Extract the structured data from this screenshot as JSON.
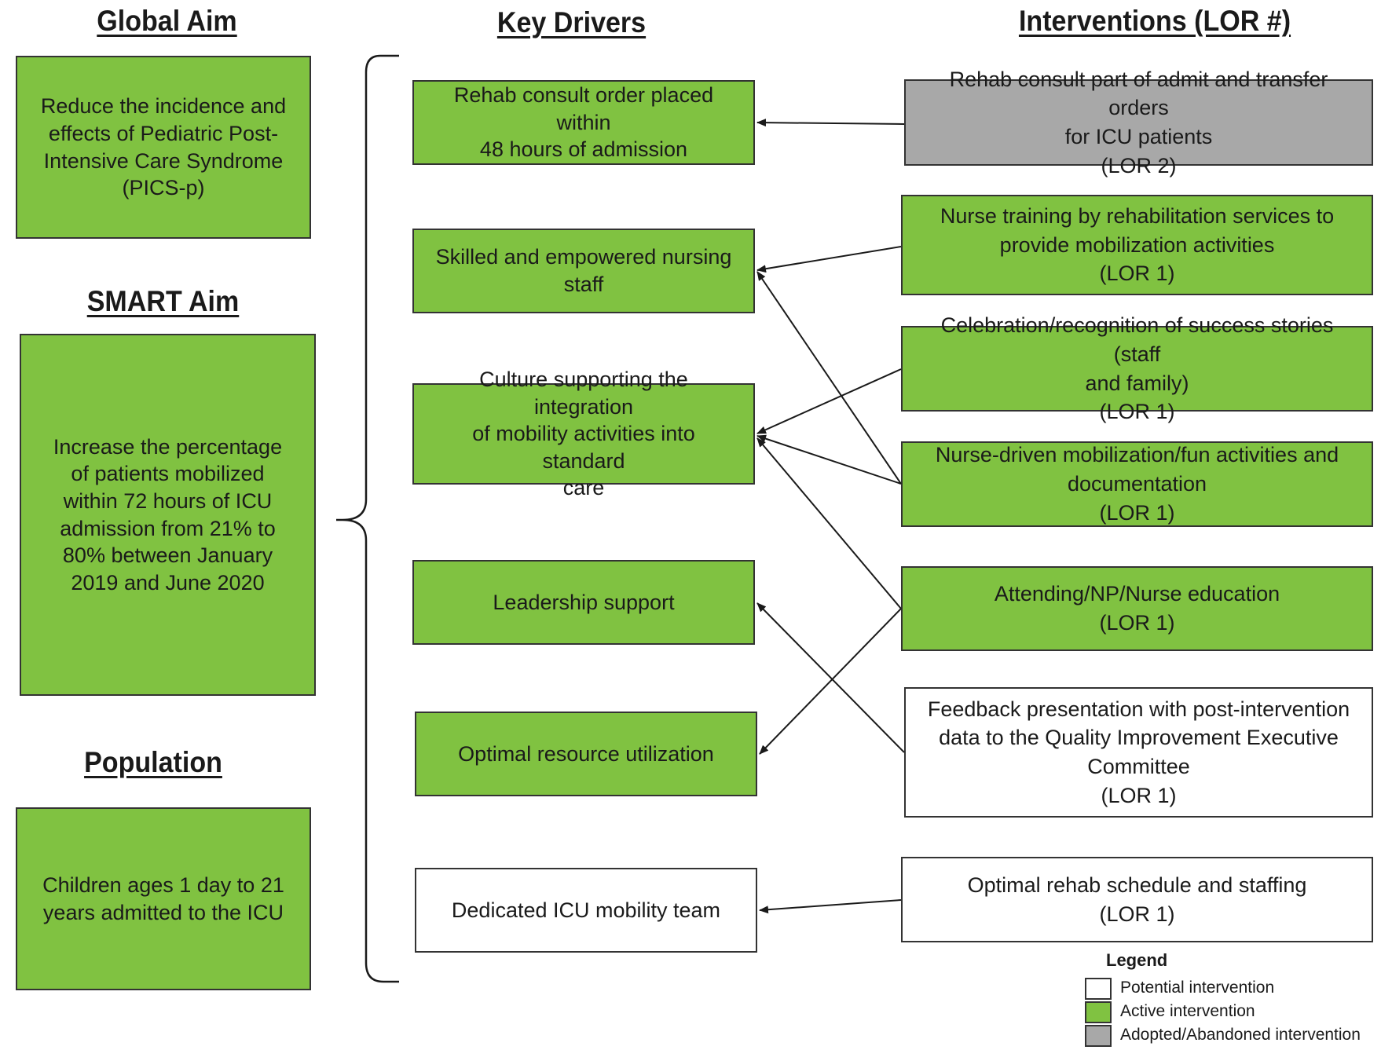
{
  "headings": {
    "global_aim": "Global Aim",
    "key_drivers": "Key Drivers",
    "interventions": "Interventions (LOR #)",
    "smart_aim": "SMART Aim",
    "population": "Population"
  },
  "aims": {
    "global": "Reduce the incidence and effects of Pediatric Post-Intensive Care Syndrome (PICS-p)",
    "smart": "Increase the percentage of patients mobilized within 72 hours of ICU admission from 21% to 80% between January 2019 and June 2020",
    "population": "Children ages 1 day to 21 years admitted to the ICU"
  },
  "drivers": [
    {
      "text": "Rehab consult order placed within\n48 hours of admission",
      "status": "Active intervention"
    },
    {
      "text": "Skilled and empowered nursing\nstaff",
      "status": "Active intervention"
    },
    {
      "text": "Culture supporting the integration\nof mobility activities into standard\ncare",
      "status": "Active intervention"
    },
    {
      "text": "Leadership support",
      "status": "Active intervention"
    },
    {
      "text": "Optimal resource utilization",
      "status": "Active intervention"
    },
    {
      "text": "Dedicated ICU mobility team",
      "status": "Potential intervention"
    }
  ],
  "interventions": [
    {
      "text": "Rehab consult part of admit and transfer orders\nfor ICU patients\n(LOR 2)",
      "status": "Adopted/Abandoned intervention"
    },
    {
      "text": "Nurse training by rehabilitation services to\nprovide mobilization activities\n(LOR 1)",
      "status": "Active intervention"
    },
    {
      "text": "Celebration/recognition of success stories (staff\nand family)\n(LOR 1)",
      "status": "Active intervention"
    },
    {
      "text": "Nurse-driven mobilization/fun activities and\ndocumentation\n(LOR 1)",
      "status": "Active intervention"
    },
    {
      "text": "Attending/NP/Nurse education\n(LOR 1)",
      "status": "Active intervention"
    },
    {
      "text": "Feedback presentation with post-intervention\ndata to the Quality Improvement Executive\nCommittee\n(LOR 1)",
      "status": "Potential intervention"
    },
    {
      "text": "Optimal rehab schedule and staffing\n(LOR 1)",
      "status": "Potential intervention"
    }
  ],
  "links": [
    {
      "from": "Rehab consult part of admit and transfer orders for ICU patients",
      "to": "Rehab consult order placed within 48 hours of admission"
    },
    {
      "from": "Nurse training by rehabilitation services to provide mobilization activities",
      "to": "Skilled and empowered nursing staff"
    },
    {
      "from": "Celebration/recognition of success stories (staff and family)",
      "to": "Culture supporting the integration of mobility activities into standard care"
    },
    {
      "from": "Nurse-driven mobilization/fun activities and documentation",
      "to": "Skilled and empowered nursing staff"
    },
    {
      "from": "Nurse-driven mobilization/fun activities and documentation",
      "to": "Culture supporting the integration of mobility activities into standard care"
    },
    {
      "from": "Attending/NP/Nurse education",
      "to": "Culture supporting the integration of mobility activities into standard care"
    },
    {
      "from": "Attending/NP/Nurse education",
      "to": "Optimal resource utilization"
    },
    {
      "from": "Feedback presentation with post-intervention data to the Quality Improvement Executive Committee",
      "to": "Leadership support"
    },
    {
      "from": "Optimal rehab schedule and staffing",
      "to": "Dedicated ICU mobility team"
    }
  ],
  "legend": {
    "title": "Legend",
    "items": [
      {
        "label": "Potential intervention",
        "color": "#ffffff"
      },
      {
        "label": "Active intervention",
        "color": "#80c241"
      },
      {
        "label": "Adopted/Abandoned intervention",
        "color": "#a8a8a8"
      }
    ]
  },
  "colors": {
    "active": "#80c241",
    "adopted_abandoned": "#a8a8a8",
    "potential": "#ffffff",
    "line": "#1a1a1a"
  }
}
